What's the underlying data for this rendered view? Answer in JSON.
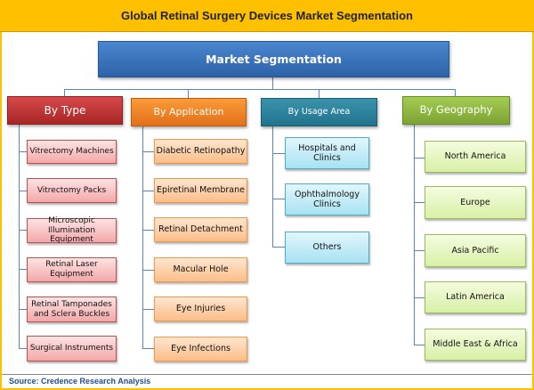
{
  "title": "Global Retinal Surgery Devices Market Segmentation",
  "root": "Market Segmentation",
  "categories": [
    {
      "label": "By Type",
      "color": "#c0393b",
      "items": [
        "Vitrectomy Machines",
        "Vitrectomy Packs",
        "Microscopic Illumination Equipment",
        "Retinal Laser Equipment",
        "Retinal Tamponades and Sclera Buckles",
        "Surgical Instruments"
      ]
    },
    {
      "label": "By Application",
      "color": "#f08228",
      "items": [
        "Diabetic Retinopathy",
        "Epiretinal Membrane",
        "Retinal Detachment",
        "Macular Hole",
        "Eye Injuries",
        "Eye Infections"
      ]
    },
    {
      "label": "By Usage Area",
      "color": "#2b7f97",
      "items": [
        "Hospitals and Clinics",
        "Ophthalmology Clinics",
        "Others"
      ]
    },
    {
      "label": "By Geography",
      "color": "#8db842",
      "items": [
        "North America",
        "Europe",
        "Asia Pacific",
        "Latin America",
        "Middle East & Africa"
      ]
    }
  ],
  "source": "Source: Credence Research Analysis"
}
